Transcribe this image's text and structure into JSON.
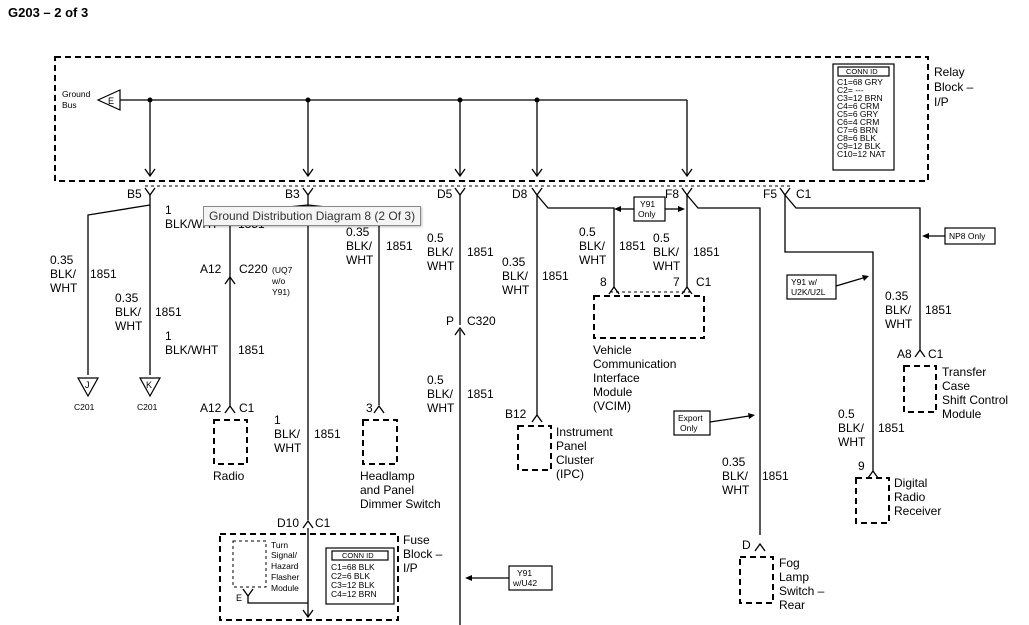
{
  "page_title": "G203 – 2 of 3",
  "tooltip": "Ground Distribution Diagram 8 (2 Of 3)",
  "relay_block": {
    "name_lines": [
      "Relay",
      "Block –",
      "I/P"
    ],
    "ground_bus_lines": [
      "Ground",
      "Bus"
    ],
    "ground_bus_pin": "E",
    "conn_id_title": "CONN ID",
    "conn_id_rows": [
      "C1=68 GRY",
      "C2= ---",
      "C3=12 BRN",
      "C4=6 CRM",
      "C5=6 GRY",
      "C6=4 CRM",
      "C7=6 BRN",
      "C8=6 BLK",
      "C9=12 BLK",
      "C10=12 NAT"
    ]
  },
  "pins": {
    "b5": "B5",
    "b3": "B3",
    "d5": "D5",
    "d8": "D8",
    "f8": "F8",
    "f5": "F5",
    "c1": "C1"
  },
  "wires": {
    "w1_size": "0.35",
    "w1_color": [
      "BLK/",
      "WHT"
    ],
    "w1_circuit": "1851",
    "w2_size": "0.35",
    "w2_color": [
      "BLK/",
      "WHT"
    ],
    "w2_circuit": "1851",
    "w3a_size": "1",
    "w3a_color": "BLK/WHT",
    "w3a_circuit": "1851",
    "w3b_size": "1",
    "w3b_color": "BLK/WHT",
    "w3b_circuit": "1851",
    "w4_size": "0.35",
    "w4_color": [
      "BLK/",
      "WHT"
    ],
    "w4_circuit": "1851",
    "w5a_size": "0.5",
    "w5a_color": [
      "BLK/",
      "WHT"
    ],
    "w5a_circuit": "1851",
    "w5b_size": "0.5",
    "w5b_color": [
      "BLK/",
      "WHT"
    ],
    "w5b_circuit": "1851",
    "w6_size": "0.35",
    "w6_color": [
      "BLK/",
      "WHT"
    ],
    "w6_circuit": "1851",
    "w7_size": "0.5",
    "w7_color": [
      "BLK/",
      "WHT"
    ],
    "w7_circuit": "1851",
    "w8_size": "0.5",
    "w8_color": [
      "BLK/",
      "WHT"
    ],
    "w8_circuit": "1851",
    "w9_size": "0.35",
    "w9_color": [
      "BLK/",
      "WHT"
    ],
    "w9_circuit": "1851",
    "w10_size": "0.5",
    "w10_color": [
      "BLK/",
      "WHT"
    ],
    "w10_circuit": "1851",
    "w11_size": "0.35",
    "w11_color": [
      "BLK/",
      "WHT"
    ],
    "w11_circuit": "1851",
    "w12_size": "1",
    "w12_color": [
      "BLK/",
      "WHT"
    ],
    "w12_circuit": "1851"
  },
  "grounds": {
    "j_letter": "J",
    "j_conn": "C201",
    "k_letter": "K",
    "k_conn": "C201"
  },
  "inline_connectors": {
    "c220_pin": "A12",
    "c220_name": "C220",
    "c220_note": [
      "(UQ7",
      "w/o",
      "Y91)"
    ],
    "c320_pin": "P",
    "c320_name": "C320"
  },
  "components": {
    "radio_pin": "A12",
    "radio_conn": "C1",
    "radio_name": "Radio",
    "headlamp_pin": "3",
    "headlamp_name": [
      "Headlamp",
      "and Panel",
      "Dimmer Switch"
    ],
    "ipc_pin": "B12",
    "ipc_name": [
      "Instrument",
      "Panel",
      "Cluster",
      "(IPC)"
    ],
    "vcim_pin_a": "8",
    "vcim_pin_b": "7",
    "vcim_conn": "C1",
    "vcim_name": [
      "Vehicle",
      "Communication",
      "Interface",
      "Module",
      "(VCIM)"
    ],
    "transfer_pin": "A8",
    "transfer_conn": "C1",
    "transfer_name": [
      "Transfer",
      "Case",
      "Shift Control",
      "Module"
    ],
    "radio_rx_pin": "9",
    "radio_rx_name": [
      "Digital",
      "Radio",
      "Receiver"
    ],
    "fog_pin": "D",
    "fog_name": [
      "Fog",
      "Lamp",
      "Switch –",
      "Rear"
    ]
  },
  "fuse_block": {
    "pin": "D10",
    "conn": "C1",
    "name_lines": [
      "Fuse",
      "Block –",
      "I/P"
    ],
    "flasher_lines": [
      "Turn",
      "Signal/",
      "Hazard",
      "Flasher",
      "Module"
    ],
    "flasher_pin": "E",
    "conn_id_title": "CONN ID",
    "conn_id_rows": [
      "C1=68 BLK",
      "C2=6 BLK",
      "C3=12 BLK",
      "C4=12 BRN"
    ]
  },
  "option_notes": {
    "y91_only": [
      "Y91",
      "Only"
    ],
    "np8_only": "NP8 Only",
    "y91_u2k": [
      "Y91 w/",
      "U2K/U2L"
    ],
    "export_only": [
      "Export",
      "Only"
    ],
    "y91_u42": [
      "Y91",
      "w/U42"
    ]
  }
}
